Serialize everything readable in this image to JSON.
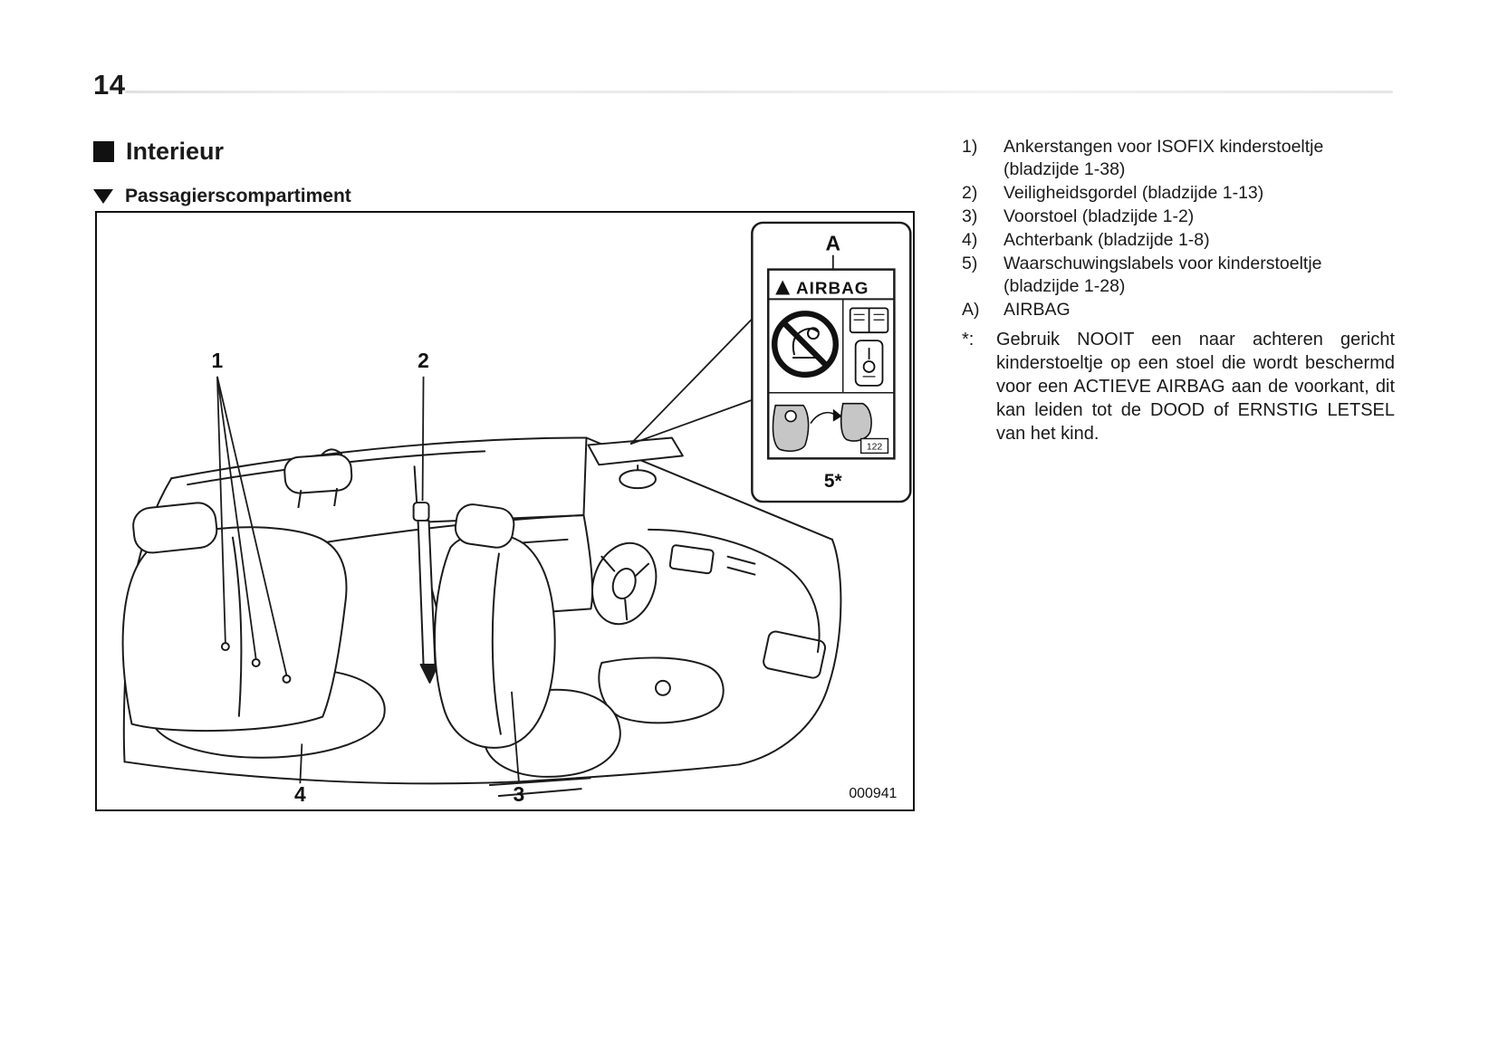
{
  "page": {
    "number": "14"
  },
  "headings": {
    "section": "Interieur",
    "subsection": "Passagierscompartiment"
  },
  "figure": {
    "code": "000941",
    "callout_1": "1",
    "callout_2": "2",
    "callout_3": "3",
    "callout_4": "4",
    "callout_a": "A",
    "callout_5": "5*",
    "airbag_label": {
      "title": "AIRBAG",
      "ref_tag": "122"
    }
  },
  "legend": {
    "items": [
      {
        "num": "1)",
        "text": "Ankerstangen voor ISOFIX kinderstoeltje (bladzijde 1-38)"
      },
      {
        "num": "2)",
        "text": "Veiligheidsgordel (bladzijde 1-13)"
      },
      {
        "num": "3)",
        "text": "Voorstoel (bladzijde 1-2)"
      },
      {
        "num": "4)",
        "text": "Achterbank (bladzijde 1-8)"
      },
      {
        "num": "5)",
        "text": "Waarschuwingslabels voor kinderstoeltje (bladzijde 1-28)"
      },
      {
        "num": "A)",
        "text": "AIRBAG"
      }
    ],
    "footnote_marker": "*:",
    "footnote_text": "Gebruik NOOIT een naar achteren gericht kinderstoeltje op een stoel die wordt beschermd voor een ACTIEVE AIRBAG aan de voorkant, dit kan leiden tot de DOOD of ERNSTIG LETSEL van het kind."
  }
}
